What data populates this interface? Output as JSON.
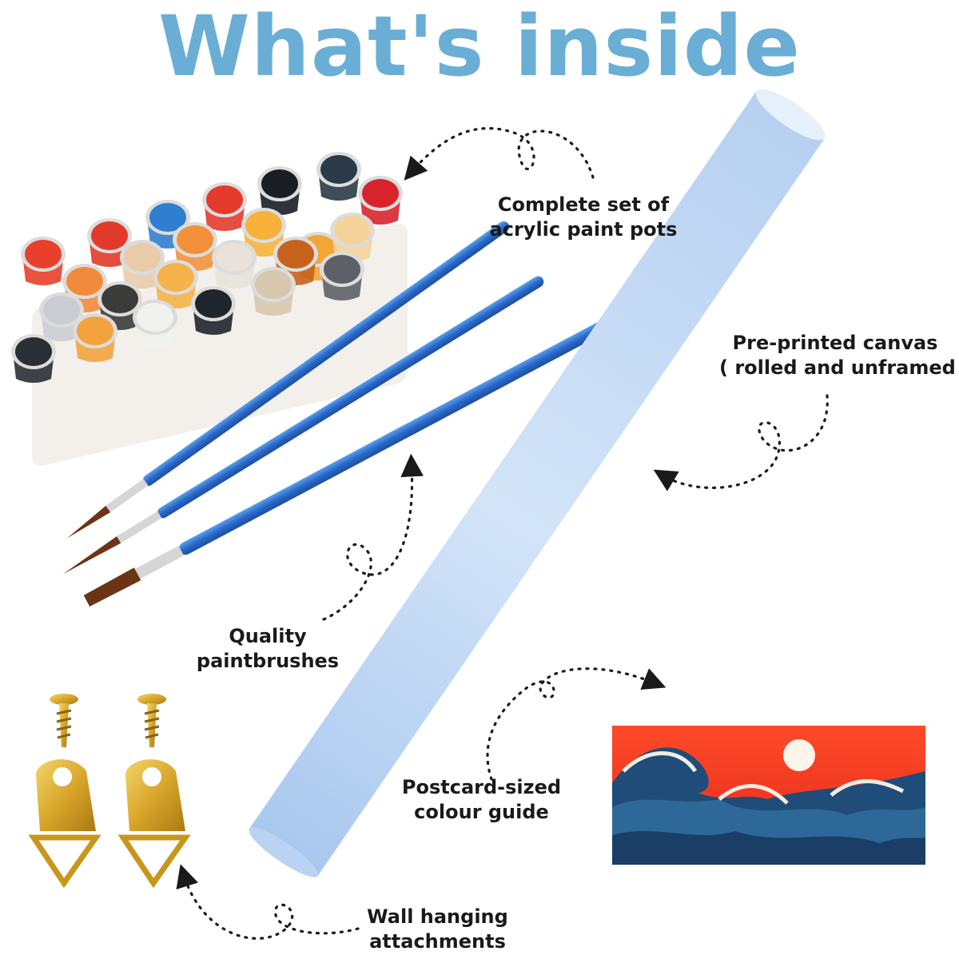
{
  "title": "What's inside",
  "items": {
    "paint_pots": {
      "line1": "Complete set of",
      "line2": "acrylic paint pots"
    },
    "canvas": {
      "line1": "Pre-printed canvas",
      "line2": "( rolled and unframed )"
    },
    "brushes": {
      "line1": "Quality",
      "line2": "paintbrushes"
    },
    "guide": {
      "line1": "Postcard-sized",
      "line2": "colour guide"
    },
    "hanging": {
      "line1": "Wall hanging",
      "line2": "attachments"
    }
  },
  "pots": [
    {
      "n": "19",
      "c": "#e8402a"
    },
    {
      "n": "20",
      "c": "#e23a2a"
    },
    {
      "n": "21",
      "c": "#2f7fd0"
    },
    {
      "n": "22",
      "c": "#e33b2c"
    },
    {
      "n": "1",
      "c": "#1a1d24"
    },
    {
      "n": "4",
      "c": "#2a3a46"
    },
    {
      "n": "18",
      "c": "#d8232c"
    },
    {
      "n": "13",
      "c": "#f18a3c"
    },
    {
      "n": "14",
      "c": "#e9cba9"
    },
    {
      "n": "15",
      "c": "#f2913b"
    },
    {
      "n": "16",
      "c": "#f6b23a"
    },
    {
      "n": "17",
      "c": "#f3a535"
    },
    {
      "n": "12",
      "c": "#f4d49a"
    },
    {
      "n": "7",
      "c": "#c9cdd3"
    },
    {
      "n": "8",
      "c": "#3b3c3a"
    },
    {
      "n": "9",
      "c": "#f5b34a"
    },
    {
      "n": "10",
      "c": "#e8e2da"
    },
    {
      "n": "11",
      "c": "#c5621c"
    },
    {
      "n": "6",
      "c": "#5e6068"
    },
    {
      "n": "3",
      "c": "#f1f1ee"
    },
    {
      "n": "2",
      "c": "#f2a33d"
    },
    {
      "n": "4b",
      "c": "#20242b"
    },
    {
      "n": "5",
      "c": "#d6c7ae"
    },
    {
      "n": "0",
      "c": "#2a2e35"
    }
  ],
  "colors": {
    "title": "#6aaed6",
    "canvas": "#c7dcf5",
    "brush": "#2e6fd0",
    "gold": "#d9a62a",
    "sky": "#e23a22",
    "wave": "#1f4c78"
  },
  "icons": {
    "arrow": "dotted-arrow-icon"
  }
}
